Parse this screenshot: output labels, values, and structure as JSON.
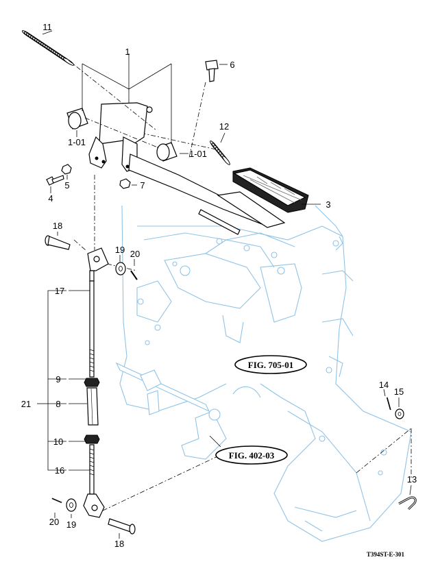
{
  "labels": {
    "p1": "1",
    "p1_01a": "1-01",
    "p1_01b": "1-01",
    "p3": "3",
    "p4": "4",
    "p5": "5",
    "p6": "6",
    "p7": "7",
    "p8": "8",
    "p9": "9",
    "p10": "10",
    "p11": "11",
    "p12": "12",
    "p13": "13",
    "p14": "14",
    "p15": "15",
    "p16": "16",
    "p17": "17",
    "p18a": "18",
    "p18b": "18",
    "p19a": "19",
    "p19b": "19",
    "p20a": "20",
    "p20b": "20",
    "p21": "21"
  },
  "references": {
    "fig_705": "FIG. 705-01",
    "fig_402": "FIG. 402-03"
  },
  "drawing_code": "T394ST-E-301",
  "colors": {
    "parts": "#000000",
    "background_assembly": "#8ec3e6"
  }
}
